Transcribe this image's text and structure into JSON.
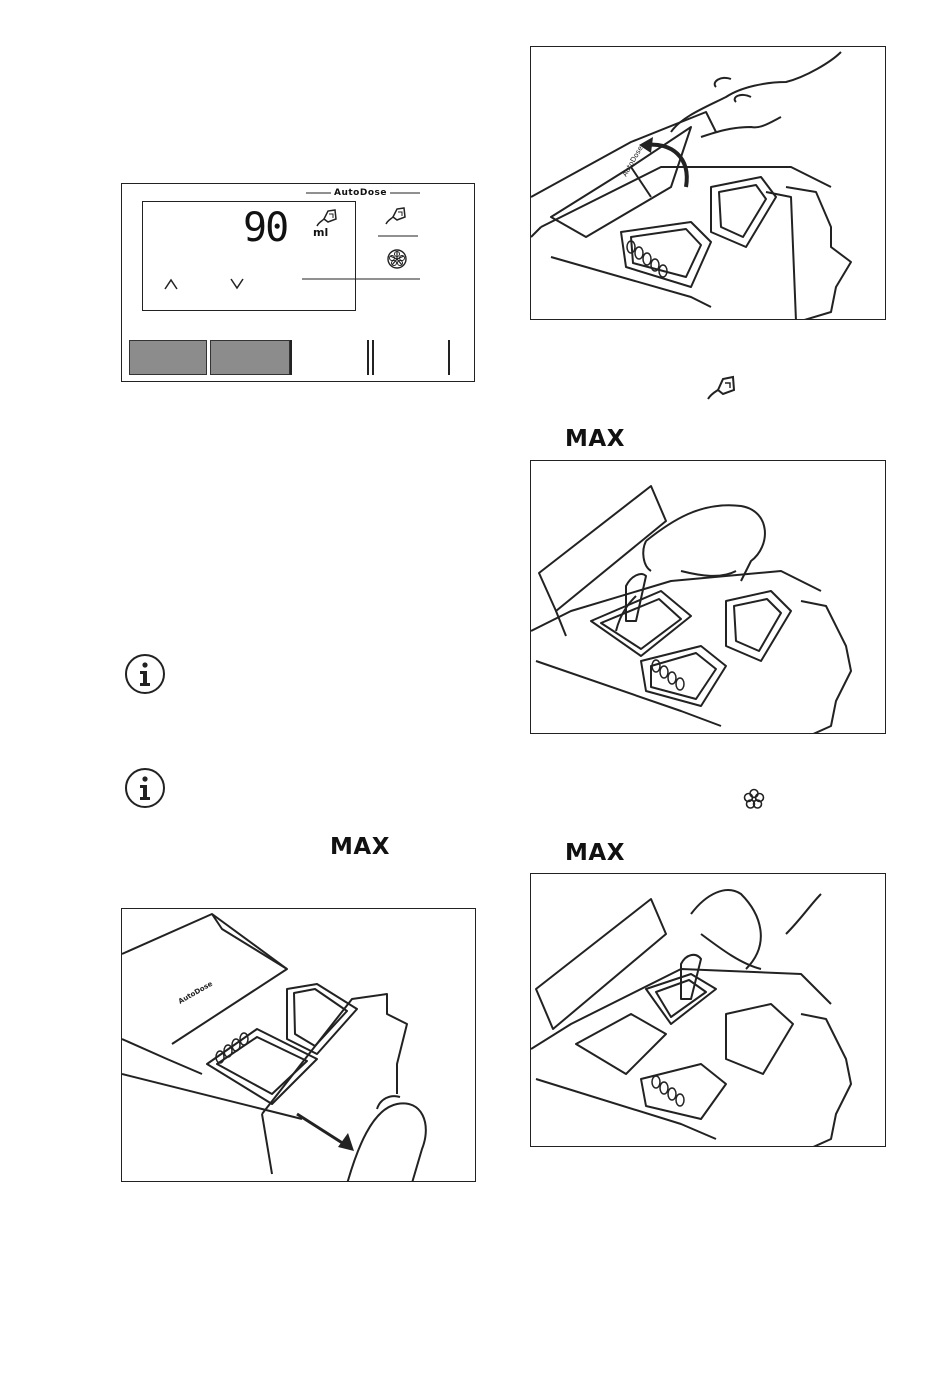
{
  "control_panel": {
    "brand_label": "AutoDose",
    "dose_value": "90",
    "dose_unit": "ml",
    "up_arrow": "^",
    "down_arrow": "v",
    "icons": [
      "detergent-icon",
      "softener-icon"
    ]
  },
  "max_labels": [
    "MAX",
    "MAX",
    "MAX"
  ],
  "illustrations": {
    "remove_drawer": {
      "drawer_label": "AutoDose",
      "icons": [
        "detergent-icon",
        "softener-icon"
      ]
    },
    "open_lid": {
      "lid_label": "AutoDose"
    },
    "fill_detergent": {},
    "fill_softener": {}
  },
  "colors": {
    "ink": "#222222",
    "panel_button_fill": "#8c8c8c"
  }
}
